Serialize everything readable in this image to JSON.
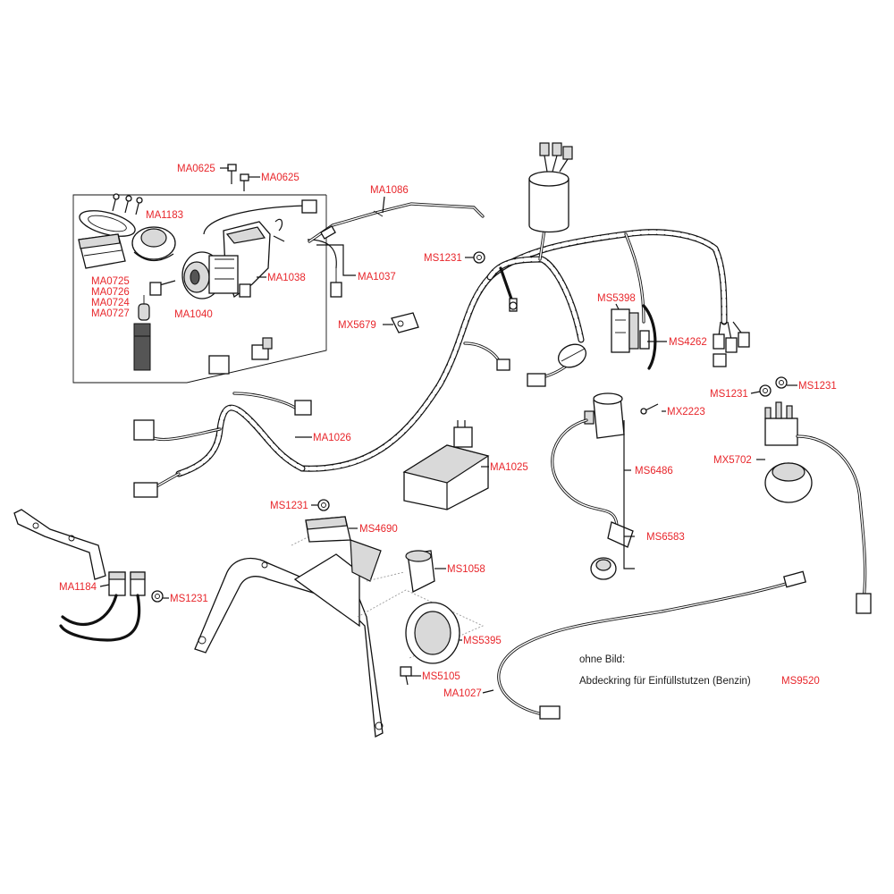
{
  "labels": {
    "ma0625_a": "MA0625",
    "ma0625_b": "MA0625",
    "ma1086": "MA1086",
    "ma1183": "MA1183",
    "ma0725": "MA0725",
    "ma0726": "MA0726",
    "ma0724": "MA0724",
    "ma0727": "MA0727",
    "ma1040": "MA1040",
    "ma1038": "MA1038",
    "ma1037": "MA1037",
    "ms1231_top": "MS1231",
    "mx5679": "MX5679",
    "ms5398": "MS5398",
    "ms4262": "MS4262",
    "ms1231_right_a": "MS1231",
    "ms1231_right_b": "MS1231",
    "mx2223": "MX2223",
    "ma1026": "MA1026",
    "ma1025": "MA1025",
    "ms6486": "MS6486",
    "mx5702": "MX5702",
    "ms6583": "MS6583",
    "ms1231_mid": "MS1231",
    "ms4690": "MS4690",
    "ms1058": "MS1058",
    "ma1184": "MA1184",
    "ms1231_left": "MS1231",
    "ms5395": "MS5395",
    "ms5105": "MS5105",
    "ma1027": "MA1027"
  },
  "notes": {
    "without_image": "ohne Bild:",
    "fuel_ring": "Abdeckring für Einfüllstutzen (Benzin)",
    "fuel_ring_code": "MS9520"
  },
  "colors": {
    "label": "#e8262b",
    "line": "#111111",
    "background": "#ffffff"
  }
}
